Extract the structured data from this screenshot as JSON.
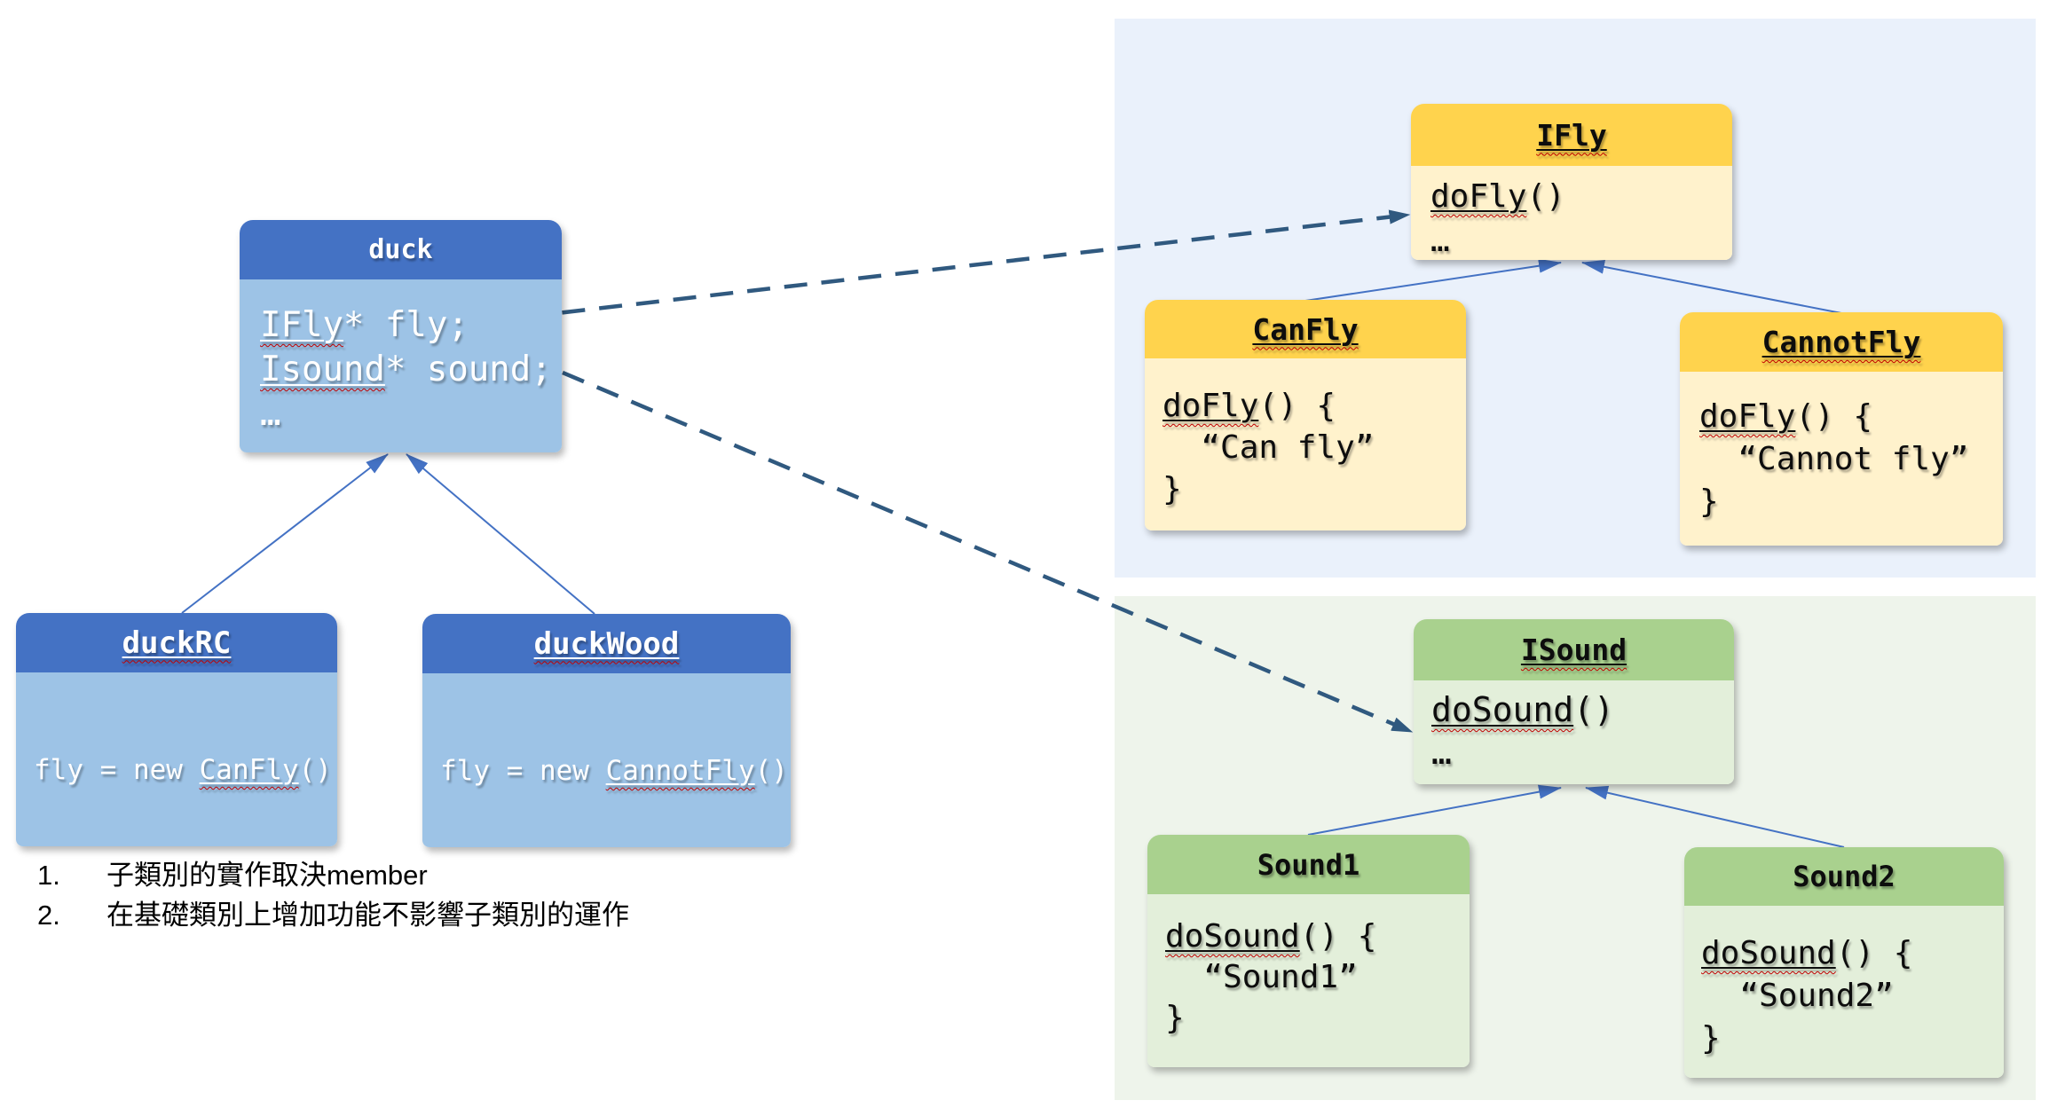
{
  "diagram": {
    "boxes": {
      "duck": {
        "title": "duck",
        "title_underline": false,
        "lines": [
          [
            {
              "t": "IFly",
              "u": true
            },
            {
              "t": "* fly;"
            }
          ],
          [
            {
              "t": "Isound",
              "u": true
            },
            {
              "t": "* sound;"
            }
          ],
          [
            {
              "t": "…"
            }
          ]
        ]
      },
      "duckRC": {
        "title": "duckRC",
        "title_underline": true,
        "lines": [
          [
            {
              "t": "fly = new "
            },
            {
              "t": "CanFly",
              "u": true
            },
            {
              "t": "()"
            }
          ]
        ]
      },
      "duckWood": {
        "title": "duckWood",
        "title_underline": true,
        "lines": [
          [
            {
              "t": "fly = new "
            },
            {
              "t": "CannotFly",
              "u": true
            },
            {
              "t": "()"
            }
          ]
        ]
      },
      "IFly": {
        "title": "IFly",
        "title_underline": true,
        "lines": [
          [
            {
              "t": "doFly",
              "u": true
            },
            {
              "t": "()"
            }
          ],
          [
            {
              "t": "…"
            }
          ]
        ]
      },
      "CanFly": {
        "title": "CanFly",
        "title_underline": true,
        "lines": [
          [
            {
              "t": "doFly",
              "u": true
            },
            {
              "t": "() {"
            }
          ],
          [
            {
              "t": "  “Can fly”"
            }
          ],
          [
            {
              "t": "}"
            }
          ]
        ]
      },
      "CannotFly": {
        "title": "CannotFly",
        "title_underline": true,
        "lines": [
          [
            {
              "t": "doFly",
              "u": true
            },
            {
              "t": "() {"
            }
          ],
          [
            {
              "t": "  “Cannot fly”"
            }
          ],
          [
            {
              "t": "}"
            }
          ]
        ]
      },
      "ISound": {
        "title": "ISound",
        "title_underline": true,
        "lines": [
          [
            {
              "t": "doSound",
              "u": true
            },
            {
              "t": "()"
            }
          ],
          [
            {
              "t": "…"
            }
          ]
        ]
      },
      "Sound1": {
        "title": "Sound1",
        "title_underline": false,
        "lines": [
          [
            {
              "t": "doSound",
              "u": true
            },
            {
              "t": "() {"
            }
          ],
          [
            {
              "t": "  “Sound1”"
            }
          ],
          [
            {
              "t": "}"
            }
          ]
        ]
      },
      "Sound2": {
        "title": "Sound2",
        "title_underline": false,
        "lines": [
          [
            {
              "t": "doSound",
              "u": true
            },
            {
              "t": "() {"
            }
          ],
          [
            {
              "t": "  “Sound2”"
            }
          ],
          [
            {
              "t": "}"
            }
          ]
        ]
      }
    },
    "colors": {
      "blue_header": "#4472C4",
      "blue_body": "#9DC3E6",
      "yellow_header": "#FFD34D",
      "yellow_body": "#FFF2CC",
      "green_header": "#A9D18E",
      "green_body": "#E3EFDA",
      "panel_blue": "#EAF1FB",
      "panel_green": "#EEF4EB",
      "solid_arrow": "#4472C4",
      "dashed_arrow": "#30597F",
      "squiggle": "#C00000"
    },
    "notes": [
      {
        "num": "1.",
        "text": "子類別的實作取決member"
      },
      {
        "num": "2.",
        "text": "在基礎類別上增加功能不影響子類別的運作"
      }
    ]
  }
}
